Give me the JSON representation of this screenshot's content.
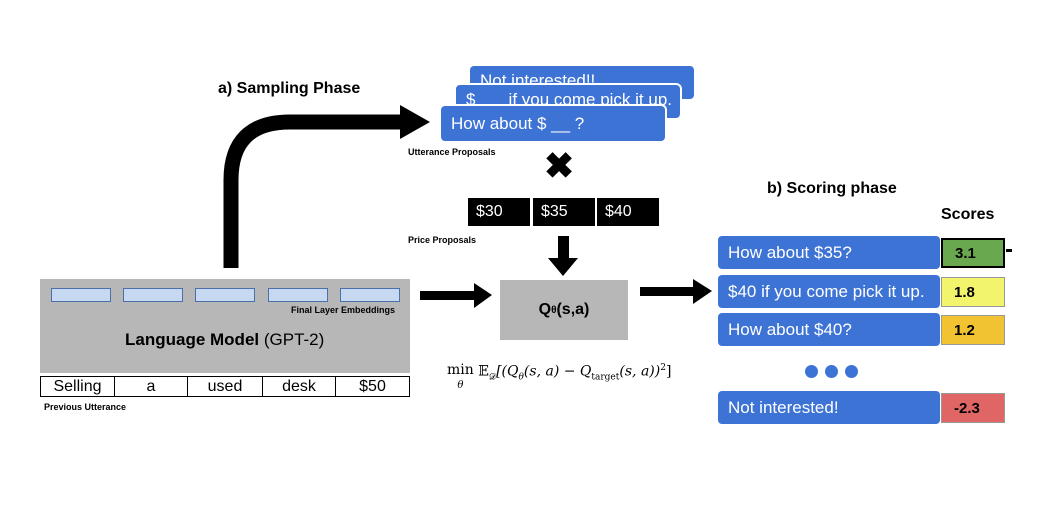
{
  "sampling": {
    "title": "a) Sampling Phase",
    "proposals": [
      "Not interested!!",
      "$___ if you come pick it up.",
      "How about $ __ ?"
    ],
    "proposals_label": "Utterance Proposals",
    "prices": [
      "$30",
      "$35",
      "$40"
    ],
    "prices_label": "Price Proposals"
  },
  "model": {
    "name_bold": "Language Model",
    "name_rest": " (GPT-2)",
    "embeddings_label": "Final Layer Embeddings",
    "tokens": [
      "Selling",
      "a",
      "used",
      "desk",
      "$50"
    ],
    "prev_label": "Previous Utterance"
  },
  "q": {
    "q_main": "Q",
    "q_sub": "θ",
    "q_rest": "(s,a)"
  },
  "objective": {
    "min": "min",
    "theta": "θ",
    "expectation": "𝔼",
    "dist": "𝒟",
    "body": "[(Q",
    "sub1": "θ",
    "mid": "(s, a) − Q",
    "sub2": "target",
    "end": "(s, a))",
    "power": "2",
    "close": "]"
  },
  "scoring": {
    "title": "b) Scoring phase",
    "scores_label": "Scores",
    "rows": [
      {
        "text": "How about $35?",
        "score": "3.1",
        "color": "#6aa84f"
      },
      {
        "text": "$40 if you come pick it up.",
        "score": "1.8",
        "color": "#f2f56b"
      },
      {
        "text": "How about $40?",
        "score": "1.2",
        "color": "#f1c232"
      },
      {
        "text": "Not interested!",
        "score": "-2.3",
        "color": "#e06666"
      }
    ]
  },
  "icons": {
    "times": "✖"
  }
}
